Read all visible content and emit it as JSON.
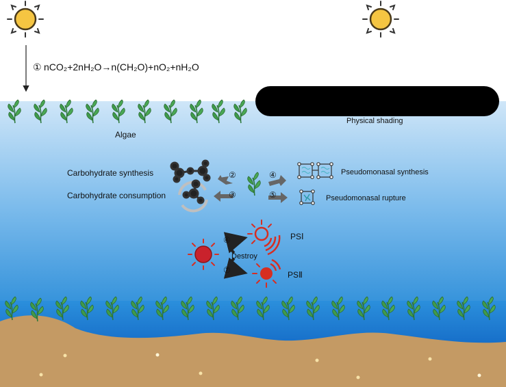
{
  "reaction": {
    "number": "①",
    "equation": "nCO₂+2nH₂O→n(CH₂O)+nO₂+nH₂O"
  },
  "labels": {
    "algae": "Algae",
    "physical_shading": "Physical shading",
    "carbohydrate_synthesis": "Carbohydrate synthesis",
    "carbohydrate_consumption": "Carbohydrate consumption",
    "pseudomonasal_synthesis": "Pseudomonasal synthesis",
    "pseudomonasal_rupture": "Pseudomonasal rupture",
    "destroy": "Destroy",
    "psi": "PSⅠ",
    "psii": "PSⅡ"
  },
  "markers": {
    "m2": "②",
    "m3": "③",
    "m4": "④",
    "m5": "⑤",
    "m6": "⑥",
    "m7": "⑦"
  },
  "colors": {
    "sun": "#f5c542",
    "sky_water_top": "#c9e2f6",
    "water_deep": "#1f86d6",
    "sediment": "#c49a64",
    "algae": "#3f9b4b",
    "red": "#d62e22",
    "arrow_gray": "#666666"
  }
}
